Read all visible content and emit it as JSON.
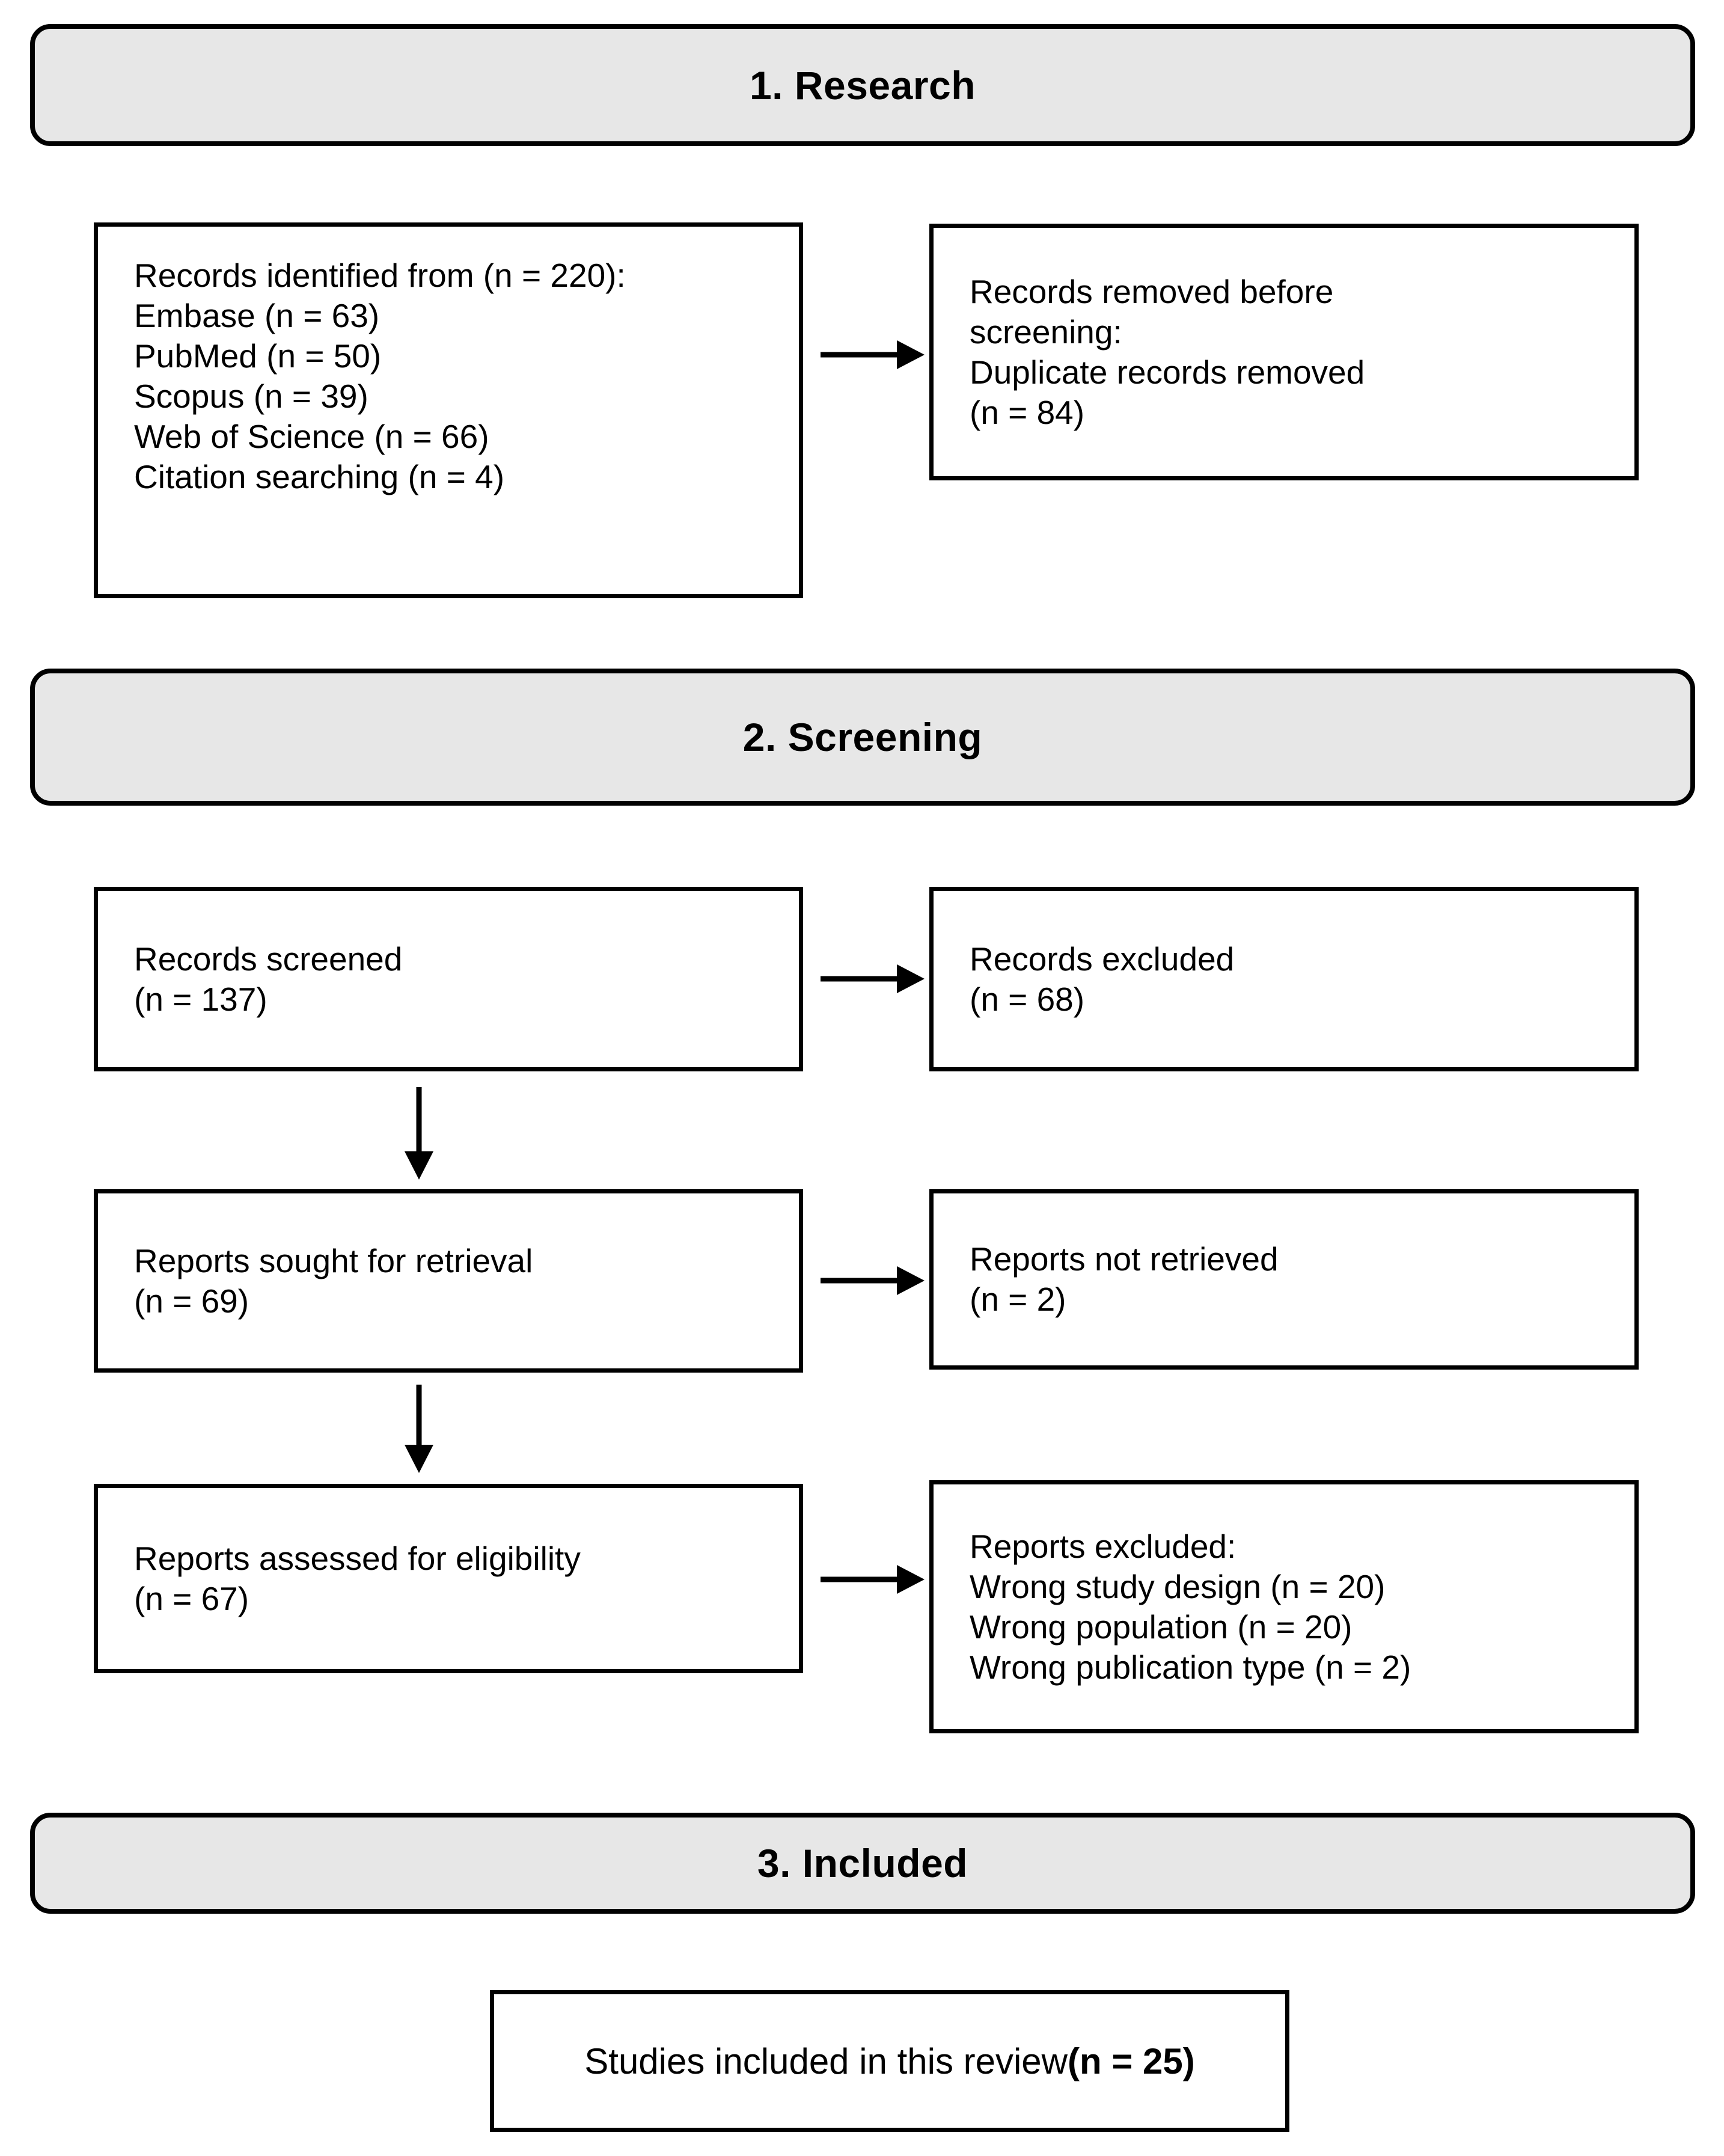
{
  "diagram": {
    "type": "PRISMA flow diagram",
    "colors": {
      "banner_fill": "#e7e7e7",
      "box_fill": "#ffffff",
      "border": "#000000",
      "text": "#000000"
    },
    "phases": [
      {
        "id": "research",
        "label": "1. Research"
      },
      {
        "id": "screening",
        "label": "2. Screening"
      },
      {
        "id": "included",
        "label": "3. Included"
      }
    ],
    "boxes": {
      "records_identified": {
        "lines": [
          "Records identified from (n = 220):",
          "Embase (n = 63)",
          "PubMed (n = 50)",
          "Scopus (n = 39)",
          "Web of Science (n = 66)",
          "Citation searching (n = 4)"
        ]
      },
      "records_removed": {
        "lines": [
          "Records removed before",
          "screening:",
          "Duplicate records removed",
          "(n = 84)"
        ]
      },
      "records_screened": {
        "lines": [
          "Records screened",
          "(n = 137)"
        ]
      },
      "records_excluded": {
        "lines": [
          "Records excluded",
          "(n = 68)"
        ]
      },
      "reports_sought": {
        "lines": [
          "Reports sought for retrieval",
          "(n = 69)"
        ]
      },
      "reports_not_retrieved": {
        "lines": [
          "Reports not retrieved",
          "(n = 2)"
        ]
      },
      "reports_assessed": {
        "lines": [
          "Reports assessed for eligibility",
          "(n = 67)"
        ]
      },
      "reports_excluded": {
        "lines": [
          "Reports excluded:",
          "Wrong study design (n = 20)",
          "Wrong population (n = 20)",
          "Wrong publication type (n = 2)"
        ]
      },
      "studies_included": {
        "text": "Studies included in this review ",
        "bold_text": "(n = 25)"
      }
    }
  }
}
